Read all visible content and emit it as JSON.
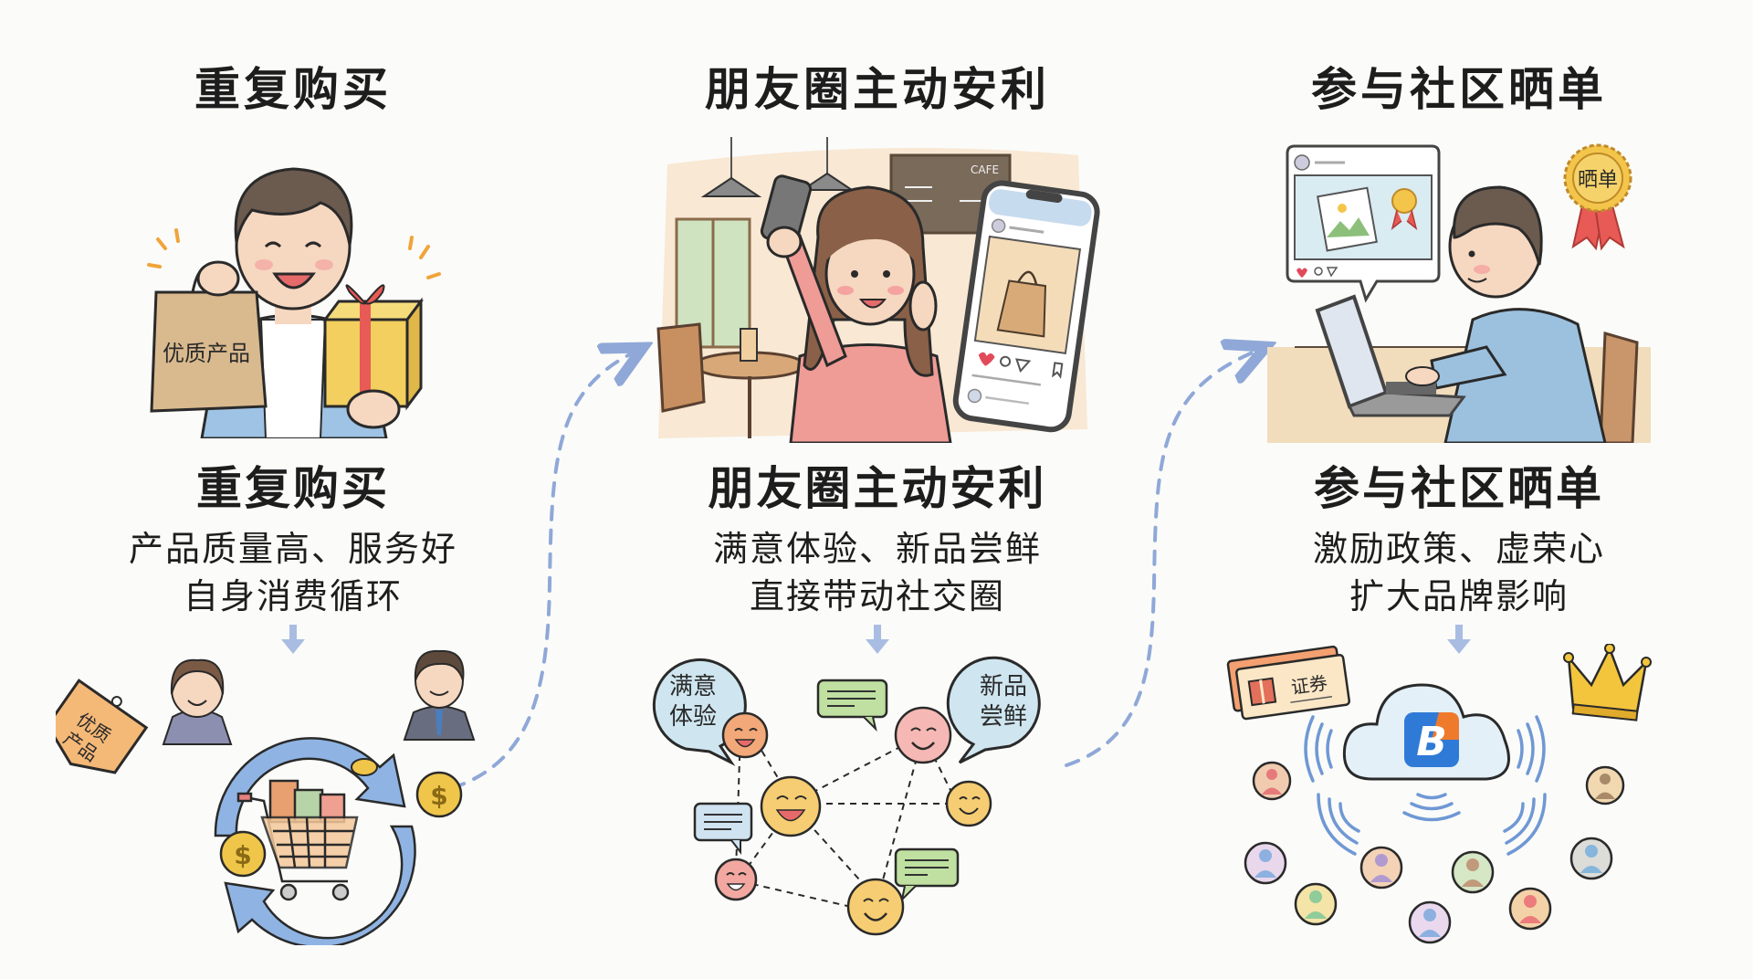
{
  "steps": [
    {
      "title": "重复购买",
      "subtitle": "重复购买",
      "desc_line1": "产品质量高、服务好",
      "desc_line2": "自身消费循环",
      "illustration": {
        "bag_label": "优质产品",
        "icons": [
          "shopping-bag-icon",
          "gift-box-icon"
        ]
      },
      "bottom": {
        "tag_label_line1": "优质",
        "tag_label_line2": "产品",
        "coin_symbol": "$",
        "icons": [
          "price-tag-icon",
          "saleswoman-avatar",
          "salesman-avatar",
          "shopping-cart-icon",
          "coin-icon",
          "cycle-arrows-icon"
        ]
      }
    },
    {
      "title": "朋友圈主动安利",
      "subtitle": "朋友圈主动安利",
      "desc_line1": "满意体验、新品尝鲜",
      "desc_line2": "直接带动社交圈",
      "illustration": {
        "menu_board_label": "CAFE",
        "icons": [
          "selfie-phone-icon",
          "social-post-phone-icon",
          "heart-icon",
          "comment-icon",
          "share-icon",
          "bookmark-icon"
        ]
      },
      "bottom": {
        "bubble_left_line1": "满意",
        "bubble_left_line2": "体验",
        "bubble_right_line1": "新品",
        "bubble_right_line2": "尝鲜",
        "icons": [
          "smiley-face-icon",
          "chat-bubble-icon",
          "network-link-icon"
        ]
      }
    },
    {
      "title": "参与社区晒单",
      "subtitle": "参与社区晒单",
      "desc_line1": "激励政策、虚荣心",
      "desc_line2": "扩大品牌影响",
      "illustration": {
        "badge_label": "晒单",
        "icons": [
          "post-card-icon",
          "award-badge-icon",
          "laptop-icon"
        ]
      },
      "bottom": {
        "coupon_label": "证券",
        "brand_letter": "B",
        "icons": [
          "coupon-icon",
          "crown-icon",
          "cloud-icon",
          "brand-app-icon",
          "broadcast-waves-icon",
          "user-avatar-icon"
        ]
      }
    }
  ],
  "colors": {
    "background": "#fbfbf9",
    "text": "#1d1d1d",
    "flow_arrow": "#8fa8d8",
    "cycle_arrow": "#7fa7dc",
    "coin": "#f0c64a",
    "brand_blue": "#2f7ad6",
    "brand_orange": "#f07a2c",
    "crown": "#f2c53d",
    "bubble_blue": "#cfe6f0",
    "bubble_green": "#bfe0a0"
  }
}
